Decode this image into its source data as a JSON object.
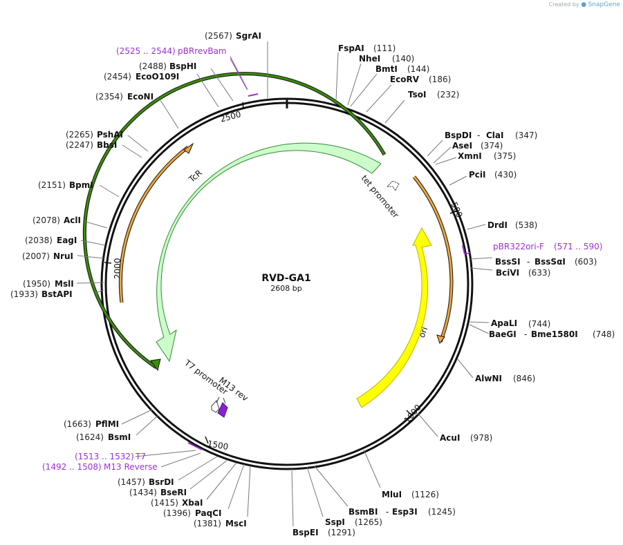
{
  "credit": {
    "prefix": "Created by",
    "brand": "SnapGene"
  },
  "plasmid": {
    "name": "RVD-GA1",
    "size_label": "2608 bp",
    "length": 2608
  },
  "ticks": [
    "2500",
    "500",
    "1000",
    "1500",
    "2000"
  ],
  "features": {
    "tcr": "TcR",
    "ori": "ori",
    "tet_promoter": "tet promoter",
    "t7_promoter": "T7 promoter",
    "m13_rev": "M13 rev"
  },
  "sites": [
    {
      "name": "SgrAI",
      "pos": "(2567)"
    },
    {
      "name": "FspAI",
      "pos": "(111)"
    },
    {
      "name": "NheI",
      "pos": "(140)"
    },
    {
      "name": "BmtI",
      "pos": "(144)"
    },
    {
      "name": "EcoRV",
      "pos": "(186)"
    },
    {
      "name": "TsoI",
      "pos": "(232)"
    },
    {
      "name": "BspDI",
      "name2": "ClaI",
      "pos": "(347)"
    },
    {
      "name": "AseI",
      "pos": "(374)"
    },
    {
      "name": "XmnI",
      "pos": "(375)"
    },
    {
      "name": "PciI",
      "pos": "(430)"
    },
    {
      "name": "DrdI",
      "pos": "(538)"
    },
    {
      "name": "BssSI",
      "name2": "BssSαI",
      "pos": "(603)"
    },
    {
      "name": "BciVI",
      "pos": "(633)"
    },
    {
      "name": "ApaLI",
      "pos": "(744)"
    },
    {
      "name": "BaeGI",
      "name2": "Bme1580I",
      "pos": "(748)"
    },
    {
      "name": "AlwNI",
      "pos": "(846)"
    },
    {
      "name": "AcuI",
      "pos": "(978)"
    },
    {
      "name": "MluI",
      "pos": "(1126)"
    },
    {
      "name": "BsmBI",
      "name2": "Esp3I",
      "pos": "(1245)"
    },
    {
      "name": "SspI",
      "pos": "(1265)"
    },
    {
      "name": "BspEI",
      "pos": "(1291)"
    },
    {
      "name": "MscI",
      "pos": "(1381)"
    },
    {
      "name": "PaqCI",
      "pos": "(1396)"
    },
    {
      "name": "XbaI",
      "pos": "(1415)"
    },
    {
      "name": "BseRI",
      "pos": "(1434)"
    },
    {
      "name": "BsrDI",
      "pos": "(1457)"
    },
    {
      "name": "BsmI",
      "pos": "(1624)"
    },
    {
      "name": "PflMI",
      "pos": "(1663)"
    },
    {
      "name": "BstAPI",
      "pos": "(1933)"
    },
    {
      "name": "MslI",
      "pos": "(1950)"
    },
    {
      "name": "NruI",
      "pos": "(2007)"
    },
    {
      "name": "EagI",
      "pos": "(2038)"
    },
    {
      "name": "AclI",
      "pos": "(2078)"
    },
    {
      "name": "BpmI",
      "pos": "(2151)"
    },
    {
      "name": "BbsI",
      "pos": "(2247)"
    },
    {
      "name": "PshAI",
      "pos": "(2265)"
    },
    {
      "name": "EcoNI",
      "pos": "(2354)"
    },
    {
      "name": "EcoO109I",
      "pos": "(2454)"
    },
    {
      "name": "BspHI",
      "pos": "(2488)"
    }
  ],
  "primers": [
    {
      "name": "pBRrevBam",
      "range": "(2525 .. 2544)"
    },
    {
      "name": "pBR322ori-F",
      "range": "(571 .. 590)"
    },
    {
      "name": "T7",
      "range": "(1513 .. 1532)"
    },
    {
      "name": "M13 Reverse",
      "range": "(1492 .. 1508)"
    }
  ],
  "colors": {
    "backbone": "#111111",
    "tcr_fill": "#ccfccc",
    "tcr_stroke": "#2e8b2e",
    "ori_fill": "#ffff00",
    "ori_stroke": "#b5b500",
    "orange_arc": "#f0a53c",
    "green_arc": "#3c8c0c",
    "primer": "#9b2fd0",
    "m13": "#8a1fd6"
  }
}
